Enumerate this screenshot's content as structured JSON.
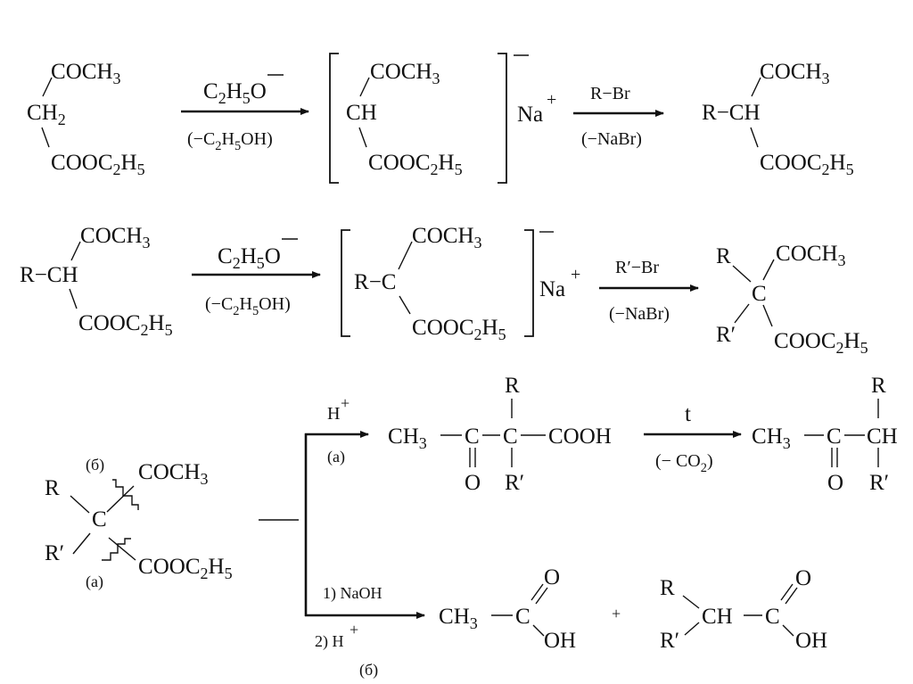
{
  "reaction1": {
    "reactant": {
      "top": "COCH3",
      "center": "CH2",
      "bottom": "COOC2H5"
    },
    "arrow1": {
      "reagent": "C2H5O",
      "byproduct": "(−C2H5OH)"
    },
    "intermediate": {
      "top": "COCH3",
      "center": "CH",
      "bottom": "COOC2H5",
      "counterion": "Na",
      "charge": "+"
    },
    "arrow2": {
      "reagent": "R−Br",
      "byproduct": "(−NaBr)"
    },
    "product": {
      "top": "COCH3",
      "center": "R−CH",
      "bottom": "COOC2H5"
    }
  },
  "reaction2": {
    "reactant": {
      "top": "COCH3",
      "center": "R−CH",
      "bottom": "COOC2H5"
    },
    "arrow1": {
      "reagent": "C2H5O",
      "byproduct": "(−C2H5OH)"
    },
    "intermediate": {
      "top": "COCH3",
      "center": "R−C",
      "bottom": "COOC2H5",
      "counterion": "Na",
      "charge": "+"
    },
    "arrow2": {
      "reagent": "R′−Br",
      "byproduct": "(−NaBr)"
    },
    "product": {
      "r1": "R",
      "top": "COCH3",
      "center": "C",
      "r2": "R′",
      "bottom": "COOC2H5"
    }
  },
  "reaction3": {
    "substrate": {
      "label_b": "(б)",
      "top": "COCH3",
      "r1": "R",
      "center": "C",
      "r2": "R′",
      "bottom": "COOC2H5",
      "label_a": "(a)"
    },
    "path_a": {
      "reagent": "H",
      "charge": "+",
      "label": "(a)",
      "acid": {
        "ch3": "CH3",
        "c1": "C",
        "c2": "C",
        "cooh": "COOH",
        "r1": "R",
        "o": "O",
        "r2": "R′"
      },
      "heat_arrow": {
        "reagent": "t",
        "byproduct": "(− CO2)"
      },
      "ketone": {
        "ch3": "CH3",
        "c": "C",
        "ch": "CH",
        "r1": "R",
        "o": "O",
        "r2": "R′"
      }
    },
    "path_b": {
      "step1": "1) NaOH",
      "step2": "2) H",
      "charge": "+",
      "label": "(б)",
      "acetic": {
        "ch3": "CH3",
        "c": "C",
        "o": "O",
        "oh": "OH"
      },
      "plus": "+",
      "acid": {
        "r1": "R",
        "ch": "CH",
        "c": "C",
        "o": "O",
        "r2": "R′",
        "oh": "OH"
      }
    }
  }
}
